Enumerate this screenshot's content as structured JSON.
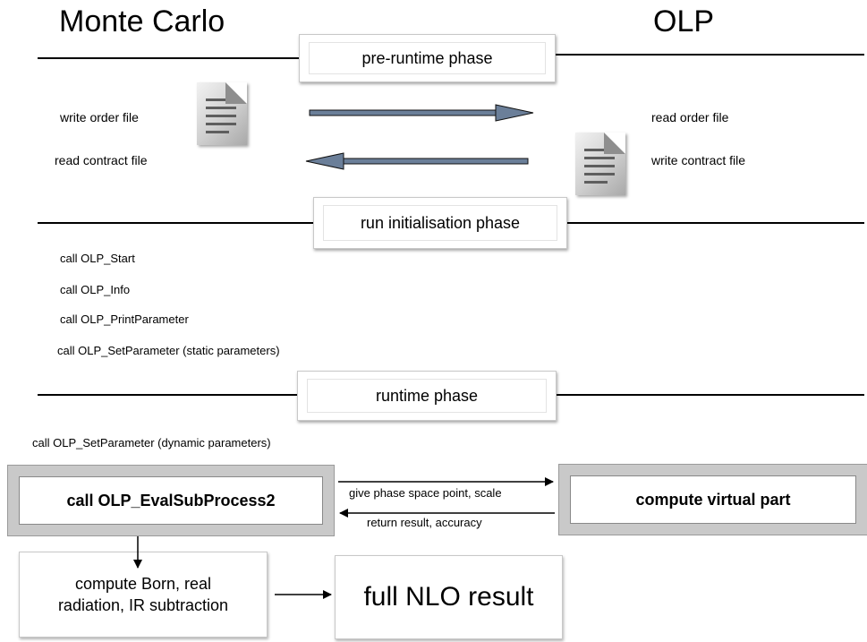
{
  "titles": {
    "left": "Monte Carlo",
    "right": "OLP"
  },
  "phases": {
    "pre_runtime": "pre-runtime  phase",
    "run_init": "run initialisation  phase",
    "runtime": "runtime  phase"
  },
  "pre_runtime_labels": {
    "write_order": "write order file",
    "read_contract": "read contract file",
    "read_order": "read order file",
    "write_contract": "write contract file"
  },
  "init_calls": [
    "call OLP_Start",
    "call OLP_Info",
    "call OLP_PrintParameter",
    "call OLP_SetParameter (static parameters)"
  ],
  "runtime_labels": {
    "dynamic_call": "call OLP_SetParameter (dynamic parameters)",
    "eval_box": "call OLP_EvalSubProcess2",
    "virtual_box": "compute virtual part",
    "to_olp": "give phase space point, scale",
    "from_olp": "return result, accuracy",
    "born_line1": "compute Born,  real",
    "born_line2": "radiation, IR subtraction",
    "nlo_result": "full NLO result"
  }
}
